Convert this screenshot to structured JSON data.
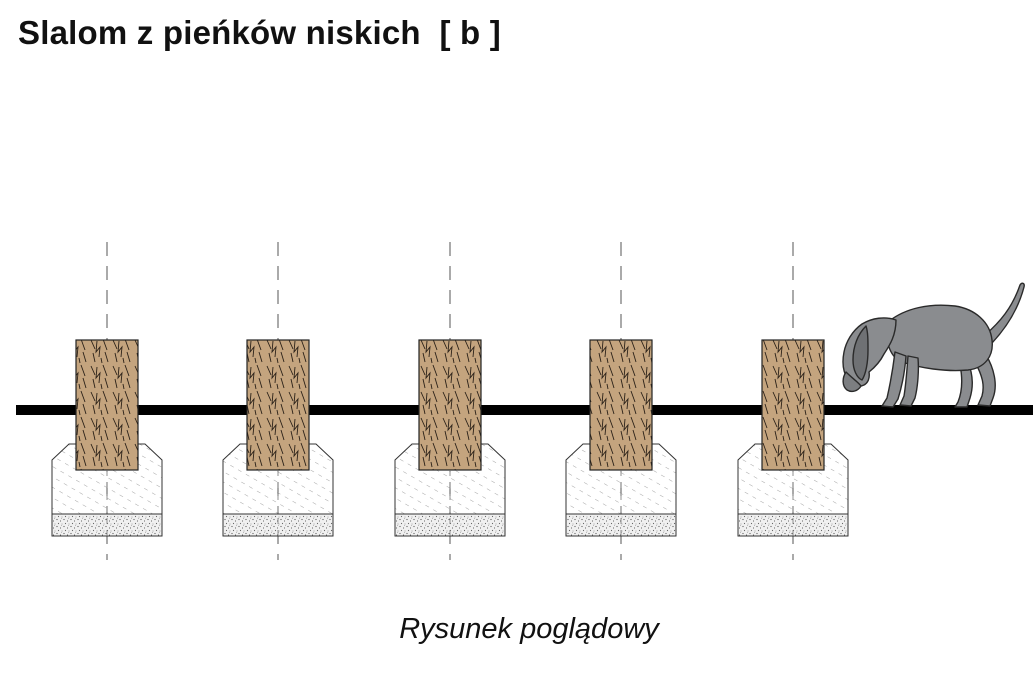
{
  "title": "Slalom z pieńków niskich  [ b ]",
  "caption": "Rysunek poglądowy",
  "stumps": [
    {
      "name": "stump-1"
    },
    {
      "name": "stump-2"
    },
    {
      "name": "stump-3"
    },
    {
      "name": "stump-4"
    },
    {
      "name": "stump-5"
    }
  ],
  "colors": {
    "stump_wood": "#c4a47e",
    "ground_line": "#000000",
    "dog": "#8a8c8f",
    "concrete_hatch": "#999999"
  },
  "icons": {
    "dog": "dog-icon"
  }
}
